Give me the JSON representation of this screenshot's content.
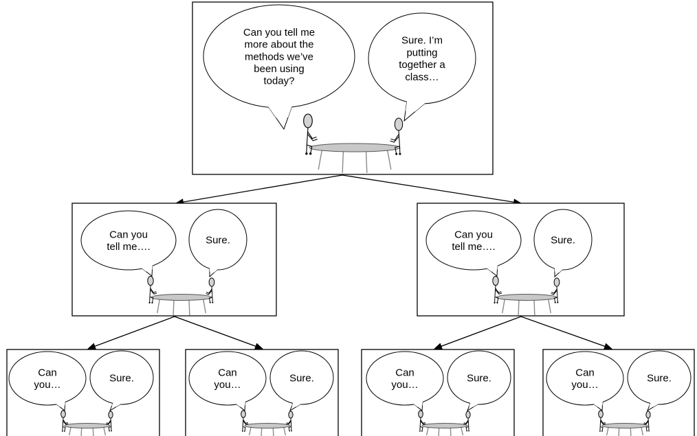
{
  "diagram": {
    "root": {
      "left_speech": [
        "Can you tell me",
        "more about the",
        "methods we’ve",
        "been using",
        "today?"
      ],
      "right_speech": [
        "Sure. I’m",
        "putting",
        "together a",
        "class…"
      ]
    },
    "level2": [
      {
        "left_speech": [
          "Can you",
          "tell me…."
        ],
        "right_speech": [
          "Sure."
        ]
      },
      {
        "left_speech": [
          "Can you",
          "tell me…."
        ],
        "right_speech": [
          "Sure."
        ]
      }
    ],
    "level3": [
      {
        "left_speech": [
          "Can",
          "you…"
        ],
        "right_speech": [
          "Sure."
        ]
      },
      {
        "left_speech": [
          "Can",
          "you…"
        ],
        "right_speech": [
          "Sure."
        ]
      },
      {
        "left_speech": [
          "Can",
          "you…"
        ],
        "right_speech": [
          "Sure."
        ]
      },
      {
        "left_speech": [
          "Can",
          "you…"
        ],
        "right_speech": [
          "Sure."
        ]
      }
    ],
    "colors": {
      "stroke": "#000000",
      "head_fill": "#d3d3d3",
      "table_fill": "#c8c8c8",
      "table_legs": "#8a8a8a",
      "bubble_fill": "#ffffff"
    }
  }
}
